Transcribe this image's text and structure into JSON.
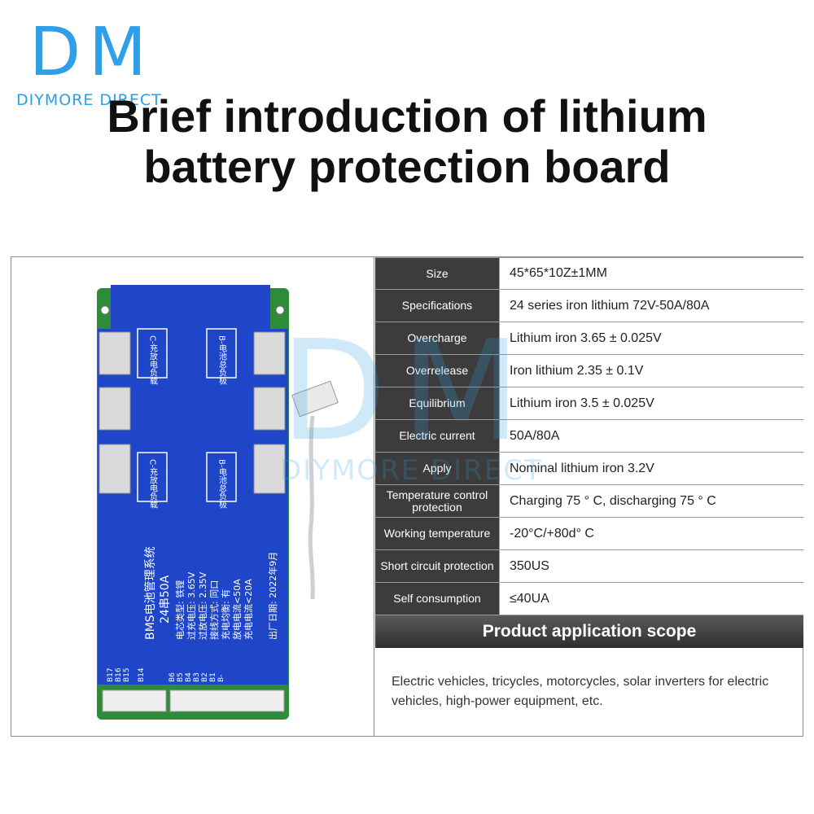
{
  "brand": {
    "mark": "DM",
    "name": "DIYMORE DIRECT",
    "color": "#2e9fe8"
  },
  "title": {
    "line1": "Brief introduction of lithium",
    "line2": "battery protection board"
  },
  "board": {
    "label_cn_1": "C-充放电负载",
    "label_cn_2": "B-电池总负极",
    "label_cn_3": "C-充放电负载",
    "label_cn_4": "B-电池总负极",
    "model": "BMS电池管理系统",
    "model_sub": "24串50A",
    "spec_lines": [
      "电芯类型: 铁锂",
      "过充电压: 3.65V",
      "过放电压: 2.35V",
      "接线方式: 同口",
      "充电均衡: 有",
      "放电电流<50A",
      "充电电流<20A"
    ],
    "date": "出厂日期: 2022年9月",
    "pins": [
      "B17",
      "B16",
      "B15",
      "B14",
      "B6",
      "B5",
      "B4",
      "B3",
      "B2",
      "B1",
      "B-"
    ],
    "color": "#1f46c8"
  },
  "specs": [
    {
      "label": "Size",
      "value": "45*65*10Z±1MM"
    },
    {
      "label": "Specifications",
      "value": "24 series iron lithium 72V-50A/80A"
    },
    {
      "label": "Overcharge",
      "value": "Lithium iron 3.65 ± 0.025V"
    },
    {
      "label": "Overrelease",
      "value": "Iron lithium 2.35 ± 0.1V"
    },
    {
      "label": "Equilibrium",
      "value": "Lithium iron 3.5 ± 0.025V"
    },
    {
      "label": "Electric current",
      "value": "50A/80A"
    },
    {
      "label": "Apply",
      "value": "Nominal lithium iron 3.2V"
    },
    {
      "label": "Temperature control protection",
      "value": "Charging 75 ° C, discharging 75 ° C"
    },
    {
      "label": "Working temperature",
      "value": "-20°C/+80d° C"
    },
    {
      "label": "Short circuit protection",
      "value": "350US"
    },
    {
      "label": "Self consumption",
      "value": "≤40UA"
    }
  ],
  "scope": {
    "heading": "Product application scope",
    "text": "Electric vehicles, tricycles, motorcycles, solar inverters for electric vehicles, high-power equipment, etc."
  },
  "watermark": {
    "mark": "DM",
    "name": "DIYMORE DIRECT"
  }
}
